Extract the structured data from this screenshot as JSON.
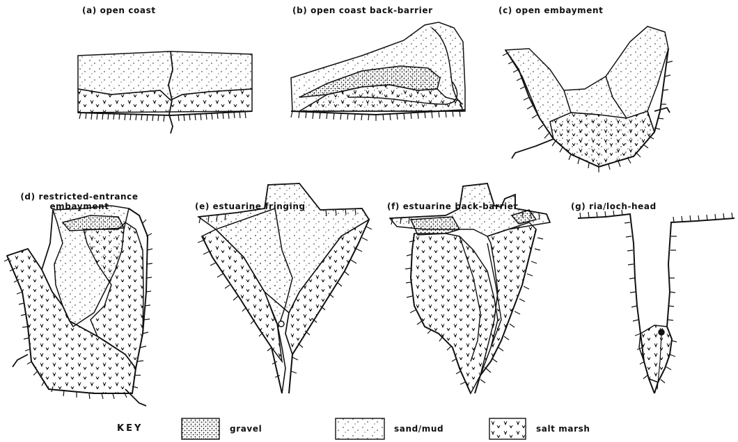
{
  "panels": [
    {
      "id": "a",
      "label": "(a) open coast"
    },
    {
      "id": "b",
      "label": "(b) open coast back-barrier"
    },
    {
      "id": "c",
      "label": "(c) open embayment"
    },
    {
      "id": "d",
      "label_line1": "(d) restricted-entrance",
      "label_line2": "embayment"
    },
    {
      "id": "e",
      "label": "(e) estuarine fringing"
    },
    {
      "id": "f",
      "label": "(f) estuarine back-barrier"
    },
    {
      "id": "g",
      "label": "(g) ria/loch-head"
    }
  ],
  "key": {
    "title": "KEY",
    "items": [
      {
        "name": "gravel",
        "label": "gravel"
      },
      {
        "name": "sand-mud",
        "label": "sand/mud"
      },
      {
        "name": "salt-marsh",
        "label": "salt marsh"
      }
    ]
  }
}
